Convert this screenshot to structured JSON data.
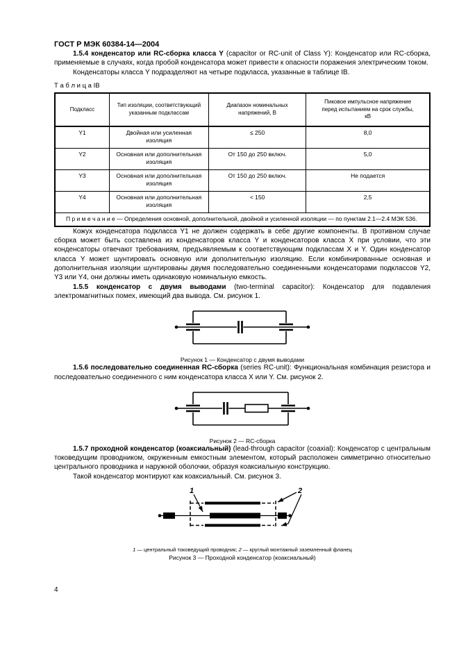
{
  "header": {
    "title": "ГОСТ Р МЭК 60384-14—2004"
  },
  "page": {
    "number": "4"
  },
  "p154": {
    "bold": "1.5.4 конденсатор или RC-сборка класса Y",
    "rest": " (capacitor or RC-unit of Class Y): Конденсатор или RC-сборка, применяемые в случаях, когда пробой конденсатора может привести к опасности поражения электрическим током."
  },
  "p154b": {
    "text": "Конденсаторы класса Y подразделяют на четыре подкласса, указанные в таблице IB."
  },
  "table": {
    "label": "Т а б л и ц а  IB",
    "headers": [
      "Подкласс",
      "Тип изоляции, соответствующий указанным подклассам",
      "Диапазон номинальных напряжений, В",
      "Пиковое импульсное напряжение перед испытанием на срок службы, кВ"
    ],
    "rows": [
      [
        "Y1",
        "Двойная или усиленная изоляция",
        "≤ 250",
        "8,0"
      ],
      [
        "Y2",
        "Основная или дополнительная изоляция",
        "От 150 до 250 включ.",
        "5,0"
      ],
      [
        "Y3",
        "Основная или дополнительная изоляция",
        "От 150 до 250 включ.",
        "Не подается"
      ],
      [
        "Y4",
        "Основная или дополнительная изоляция",
        "< 150",
        "2,5"
      ]
    ],
    "note": "П р и м е ч а н и е — Определения основной, дополнительной, двойной и усиленной изоляции — по пунктам 2.1—2.4 МЭК 536."
  },
  "kozhuh": {
    "text": "Кожух конденсатора подкласса Y1 не должен содержать в себе другие компоненты. В противном случае сборка может быть составлена из конденсаторов класса Y и конденсаторов класса X при условии, что эти конденсаторы отвечают требованиям, предъявляемым к соответствующим подклассам X и Y. Один конденсатор класса Y может шунтировать основную или дополнительную изоляцию. Если комбинированные основная и дополнительная изоляции шунтированы двумя последовательно соединенными конденсаторами подклассов Y2, Y3 или Y4, они должны иметь одинаковую номинальную емкость."
  },
  "p155": {
    "bold": "1.5.5 конденсатор с двумя выводами",
    "rest": " (two-terminal capacitor): Конденсатор для подавления электромагнитных помех, имеющий два вывода. См. рисунок 1."
  },
  "fig1": {
    "caption": "Рисунок 1 — Конденсатор с двумя выводами"
  },
  "p156": {
    "bold": "1.5.6 последовательно соединенная RC-сборка",
    "rest": " (series RC-unit): Функциональная комбинация резистора и последовательно соединенного с ним конденсатора класса X или Y. См. рисунок 2."
  },
  "fig2": {
    "caption": "Рисунок 2 — RC-сборка"
  },
  "p157": {
    "bold": "1.5.7 проходной конденсатор (коаксиальный)",
    "rest": " (lead-through capacitor (coaxial): Конденсатор с центральным токоведущим проводником, окруженным емкостным элементом, который расположен симметрично относительно центрального проводника и наружной оболочки, образуя коаксиальную конструкцию.",
    "para2": "Такой конденсатор монтируют как коаксиальный. См. рисунок 3."
  },
  "fig3": {
    "label1": "1",
    "label2": "2",
    "legend_n1": "1",
    "legend_t1": " — центральный токоведущий проводник; ",
    "legend_n2": "2",
    "legend_t2": " — круглый монтажный заземленный фланец",
    "caption": "Рисунок 3 — Проходной конденсатор (коаксиальный)"
  }
}
